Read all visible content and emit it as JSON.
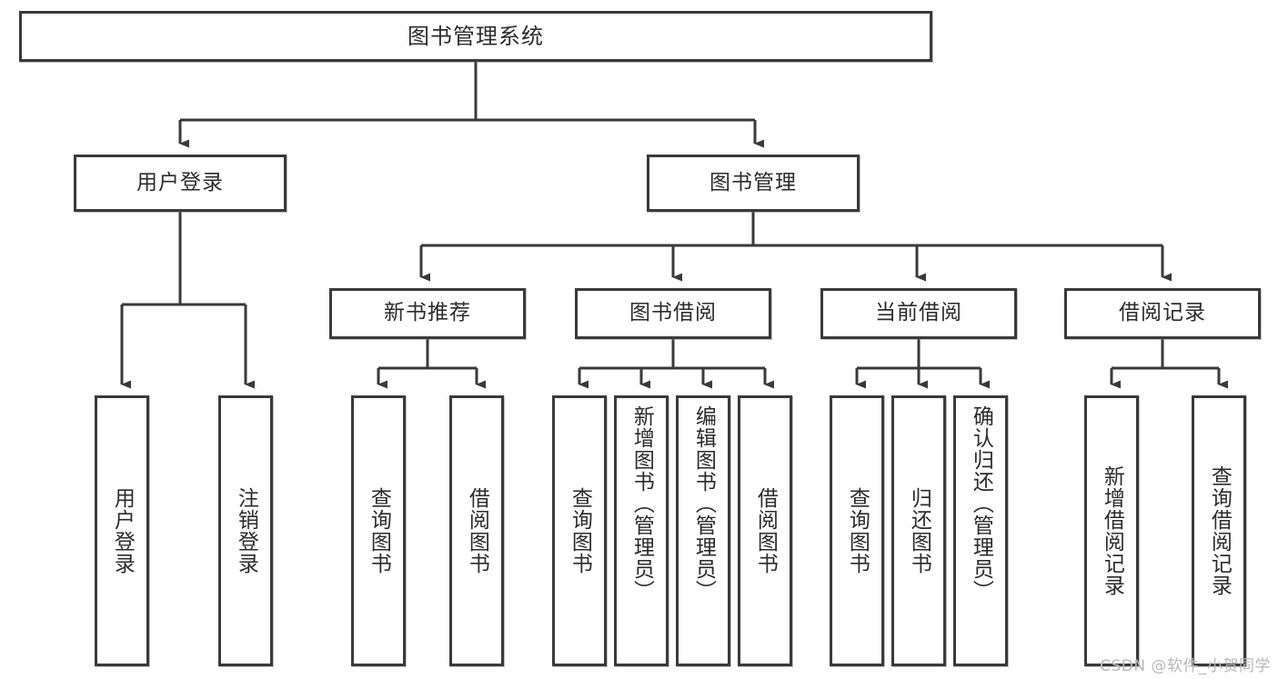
{
  "diagram": {
    "type": "tree-hierarchy",
    "title": "图书管理系统",
    "watermark": "CSDN @软件_小贺同学",
    "colors": {
      "stroke": "#3a3a3a",
      "fill": "#ffffff",
      "text": "#2b2b2b",
      "watermark": "#b9b9b9"
    },
    "root": {
      "label": "图书管理系统"
    },
    "level2": [
      {
        "id": "user-login",
        "label": "用户登录"
      },
      {
        "id": "book-manage",
        "label": "图书管理"
      }
    ],
    "level3": [
      {
        "id": "new-book-recommend",
        "label": "新书推荐",
        "parent": "book-manage"
      },
      {
        "id": "book-borrow",
        "label": "图书借阅",
        "parent": "book-manage"
      },
      {
        "id": "current-borrow",
        "label": "当前借阅",
        "parent": "book-manage"
      },
      {
        "id": "borrow-record",
        "label": "借阅记录",
        "parent": "book-manage"
      }
    ],
    "leaves": {
      "user-login": [
        {
          "id": "leaf-user-login",
          "label": "用户登录"
        },
        {
          "id": "leaf-user-logout",
          "label": "注销登录"
        }
      ],
      "new-book-recommend": [
        {
          "id": "leaf-query-book-1",
          "label": "查询图书"
        },
        {
          "id": "leaf-borrow-book-1",
          "label": "借阅图书"
        }
      ],
      "book-borrow": [
        {
          "id": "leaf-query-book-2",
          "label": "查询图书"
        },
        {
          "id": "leaf-add-book",
          "label": "新增图书（管理员）"
        },
        {
          "id": "leaf-edit-book",
          "label": "编辑图书（管理员）"
        },
        {
          "id": "leaf-borrow-book-2",
          "label": "借阅图书"
        }
      ],
      "current-borrow": [
        {
          "id": "leaf-query-book-3",
          "label": "查询图书"
        },
        {
          "id": "leaf-return-book",
          "label": "归还图书"
        },
        {
          "id": "leaf-confirm-return",
          "label": "确认归还（管理员）"
        }
      ],
      "borrow-record": [
        {
          "id": "leaf-add-record",
          "label": "新增借阅记录"
        },
        {
          "id": "leaf-query-record",
          "label": "查询借阅记录"
        }
      ]
    }
  }
}
